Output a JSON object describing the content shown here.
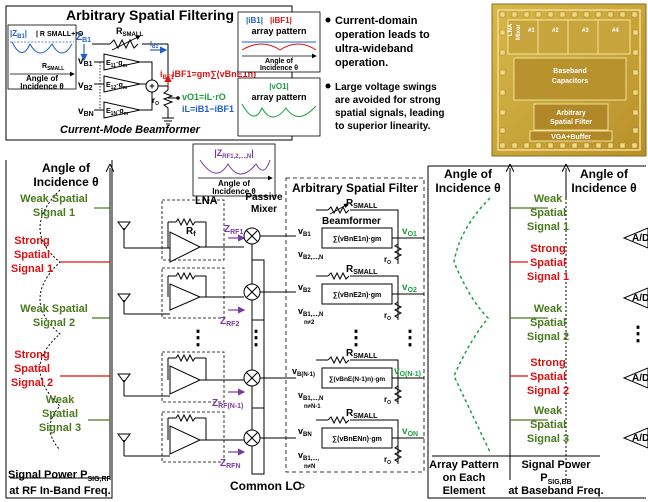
{
  "top": {
    "title": "Arbitrary Spatial Filtering",
    "z_b1": "Z",
    "z_b1_sub": "B1",
    "r_small": "R",
    "r_small_sub": "SMALL",
    "i_b1_arrow": "I",
    "i_b1_arrow_sub": "B1",
    "inset_zb1": "|Z",
    "inset_zb1_sub": "B1",
    "inset_rsmall_ro": "| R",
    "inset_rsmall_ro_tail": "SMALL+rO",
    "inset_rsmall": "R",
    "inset_rsmall_sub": "SMALL",
    "inset_angle_1": "Angle of",
    "inset_angle_2": "Incidence θ",
    "vb1": "v",
    "vb1_sub": "B1",
    "vb2": "v",
    "vb2_sub": "B2",
    "vbn": "v",
    "vbn_sub": "BN",
    "e11": "E",
    "e11_sub": "11",
    "e12": "E",
    "e12_sub": "12",
    "e1n": "E",
    "e1n_sub": "1N",
    "gm": "·g",
    "gm_sub": "m",
    "ibf1": "i",
    "ibf1_sub": "BF1",
    "ro": "r",
    "ro_sub": "O",
    "eq_ibf": "iBF1=gm∑(vBnE1n)",
    "eq_vo1": "vO1=iL·rO",
    "eq_il": "iL=iB1−iBF1",
    "current_mode": "Current-Mode Beamformer",
    "legend_ib1": "|iB1|",
    "legend_ibf1": "|iBF1|",
    "array_pattern": "array pattern",
    "legend_angle": "Angle of",
    "legend_angle2": "Incidence θ",
    "legend_vo1": "|vO1|",
    "bullet1": [
      "Current-domain",
      "operation leads to",
      "ultra-wideband",
      "operation."
    ],
    "bullet2": [
      "Large voltage swings",
      "are avoided for strong",
      "spatial signals, leading",
      "to superior linearity."
    ]
  },
  "chip": {
    "lna": "LNA",
    "mixer": "Mixer",
    "ch": [
      "#1",
      "#2",
      "#3",
      "#4"
    ],
    "baseband": "Baseband",
    "capacitors": "Capacitors",
    "arb1": "Arbitrary",
    "arb2": "Spatial Filter",
    "vga": "VGA+Buffer"
  },
  "left": {
    "angle1": "Angle of",
    "angle2": "Incidence θ",
    "signals": [
      {
        "l1": "Weak Spatial",
        "l2": "Signal 1",
        "color": "#4a7a1e"
      },
      {
        "l1": "Strong",
        "l2": "Spatial",
        "l3": "Signal 1",
        "color": "#e01010"
      },
      {
        "l1": "Weak Spatial",
        "l2": "Signal 2",
        "color": "#4a7a1e"
      },
      {
        "l1": "Strong",
        "l2": "Spatial",
        "l3": "Signal 2",
        "color": "#e01010"
      },
      {
        "l1": "Weak",
        "l2": "Spatial",
        "l3": "Signal 3",
        "color": "#4a7a1e"
      }
    ],
    "power1": "Signal Power P",
    "power1_sub": "SIG,RF",
    "power2": "at RF In-Band Freq."
  },
  "center": {
    "zrf12n": "|Z",
    "zrf12n_sub": "RF1,2,...,N",
    "zrf12n_close": "|",
    "angle1": "Angle of",
    "angle2": "Incidence θ",
    "lna": "LNA",
    "rf": "R",
    "rf_sub": "f",
    "passive": "Passive",
    "mixer": "Mixer",
    "zrf": [
      {
        "t": "Z",
        "s": "RF1"
      },
      {
        "t": "Z",
        "s": "RF2"
      },
      {
        "t": "Z",
        "s": "RF(N-1)"
      },
      {
        "t": "Z",
        "s": "RFN"
      }
    ],
    "common_lo": "Common LO",
    "asf_title": "Arbitrary Spatial Filter",
    "rsmall": "R",
    "rsmall_sub": "SMALL",
    "beamformer": "Beamformer",
    "ro": "r",
    "ro_sub": "O",
    "vb_main": [
      {
        "t": "v",
        "s": "B1"
      },
      {
        "t": "v",
        "s": "B2"
      },
      {
        "t": "v",
        "s": "B(N-1)"
      },
      {
        "t": "v",
        "s": "BN"
      }
    ],
    "vb_other": [
      {
        "t": "v",
        "s": "B2,...,N"
      },
      {
        "t": "v",
        "s": "B1,...,N"
      },
      {
        "t": "v",
        "s": "B1,...,N"
      },
      {
        "t": "v",
        "s": "B1,...,"
      }
    ],
    "vb_other_sub2": [
      "",
      "n≠2",
      "n≠N-1",
      "n≠N"
    ],
    "sums": [
      "∑(vBnE1n)·gm",
      "∑(vBnE2n)·gm",
      "∑(vBnE(N-1)n)·gm",
      "∑(vBnENn)·gm"
    ],
    "vo": [
      {
        "t": "v",
        "s": "O1"
      },
      {
        "t": "v",
        "s": "O2"
      },
      {
        "t": "v",
        "s": "O(N-1)"
      },
      {
        "t": "v",
        "s": "ON"
      }
    ],
    "dots": "⋮"
  },
  "right": {
    "angle1a": "Angle of",
    "angle2a": "Incidence θ",
    "angle1b": "Angle of",
    "angle2b": "Incidence θ",
    "signals": [
      {
        "l1": "Weak",
        "l2": "Spatial",
        "l3": "Signal 1",
        "color": "#4a7a1e"
      },
      {
        "l1": "Strong",
        "l2": "Spatial",
        "l3": "Signal 1",
        "color": "#e01010"
      },
      {
        "l1": "Weak",
        "l2": "Spatial",
        "l3": "Signal 2",
        "color": "#4a7a1e"
      },
      {
        "l1": "Strong",
        "l2": "Spatial",
        "l3": "Signal 2",
        "color": "#e01010"
      },
      {
        "l1": "Weak",
        "l2": "Spatial",
        "l3": "Signal 3",
        "color": "#4a7a1e"
      }
    ],
    "array1": "Array Pattern",
    "array2": "on Each",
    "array3": "Element",
    "power1": "Signal Power",
    "power2": "P",
    "power2_sub": "SIG,BB",
    "power3": "at Baseband Freq.",
    "adc": "A/D"
  },
  "colors": {
    "strong": "#e01010",
    "weak": "#4a7a1e",
    "purple": "#7a3aa0",
    "green": "#18a040",
    "blue": "#2060c8"
  }
}
